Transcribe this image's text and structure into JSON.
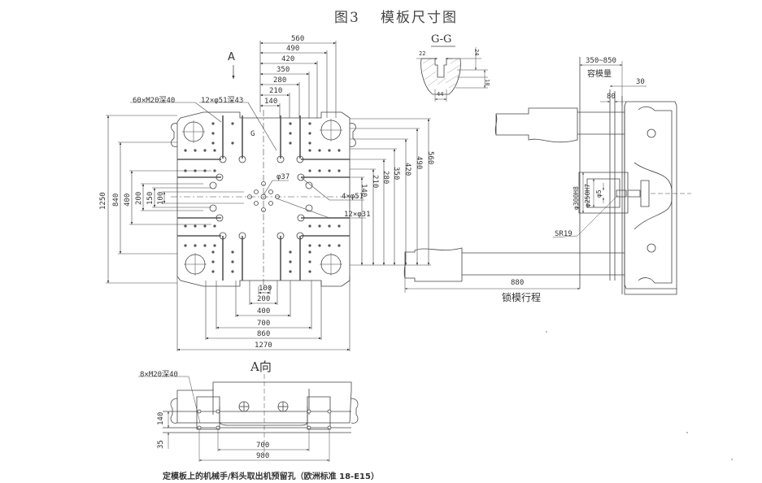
{
  "title": {
    "figure_no": "图3",
    "text": "模板尺寸图"
  },
  "view_a_marker": "A",
  "main_plate": {
    "callouts": {
      "tapped_holes": "60×M20深40",
      "ejector_holes": "12×φ51深43",
      "center_hole": "φ37",
      "four_holes": "4×φ51",
      "twelve_holes": "12×φ31",
      "section_mark": "G"
    },
    "top_dims": [
      "560",
      "490",
      "420",
      "350",
      "280",
      "210",
      "140"
    ],
    "right_dims": [
      "140",
      "210",
      "280",
      "350",
      "420",
      "490",
      "560"
    ],
    "left_dims": [
      "1250",
      "840",
      "400",
      "200",
      "150",
      "100"
    ],
    "bottom_dims": [
      "100",
      "200",
      "400",
      "700",
      "860",
      "1270"
    ]
  },
  "section_gg": {
    "title": "G-G",
    "dims": [
      "22",
      "24",
      "18",
      "44"
    ]
  },
  "side_view": {
    "mold_height_range": "350~850",
    "mold_height_label": "容模量",
    "dim_30": "30",
    "dim_80": "80",
    "dia_300": "φ300H8",
    "dia_250": "φ250H7",
    "dia_5": "φ5",
    "sphere_radius": "SR19",
    "stroke_value": "880",
    "stroke_label": "锁模行程"
  },
  "view_a": {
    "title": "A向",
    "callout": "8×M20深40",
    "dim_140": "140",
    "dim_35": "35",
    "dim_700": "700",
    "dim_980": "980"
  },
  "footnote": "定模板上的机械手/料头取出机预留孔（欧洲标准 18-E15）"
}
